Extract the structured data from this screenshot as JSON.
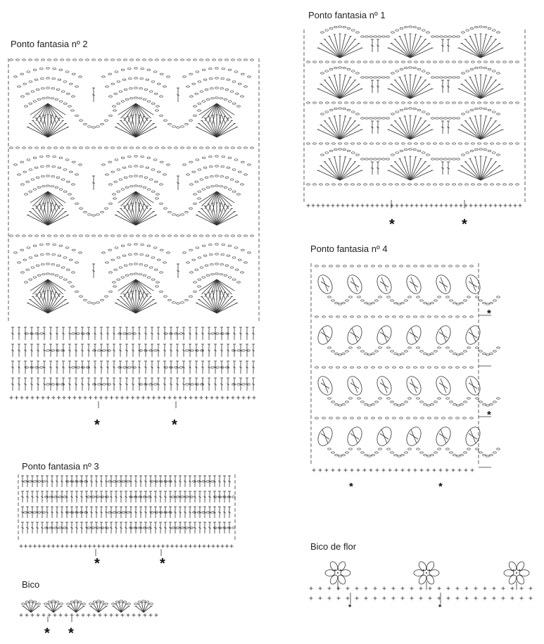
{
  "diagrams": {
    "p1": {
      "title": "Ponto fantasia nº 1",
      "marker": "*"
    },
    "p2": {
      "title": "Ponto fantasia nº 2",
      "marker": "*"
    },
    "p3": {
      "title": "Ponto fantasia nº 3",
      "marker": "*"
    },
    "p4": {
      "title": "Ponto fantasia nº 4",
      "marker": "*"
    },
    "bico": {
      "title": "Bico",
      "marker": "*"
    },
    "flor": {
      "title": "Bico de flor",
      "marker": "*"
    }
  },
  "colors": {
    "ink": "#333333",
    "background": "#ffffff"
  }
}
